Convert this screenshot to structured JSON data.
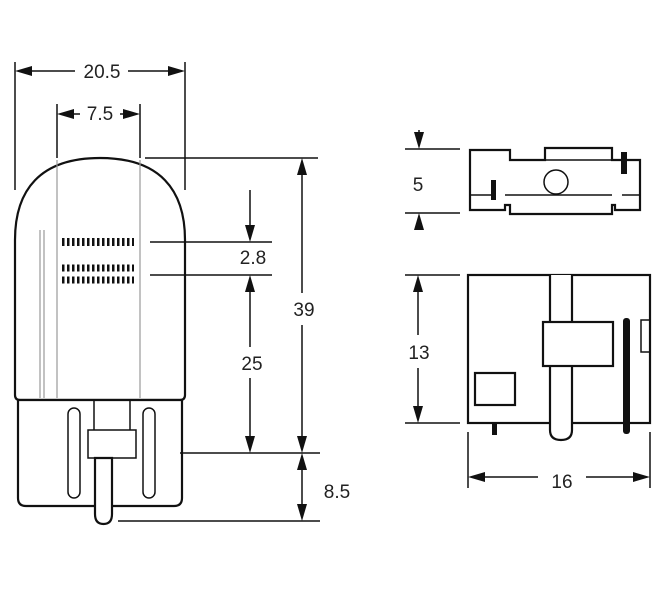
{
  "dimensions": {
    "bulb_width": "20.5",
    "filament_width": "7.5",
    "filament_gap": "2.8",
    "filament_height": "25",
    "glass_height": "39",
    "base_height": "8.5",
    "top_view_depth": "5",
    "side_view_height": "13",
    "side_view_width": "16"
  }
}
